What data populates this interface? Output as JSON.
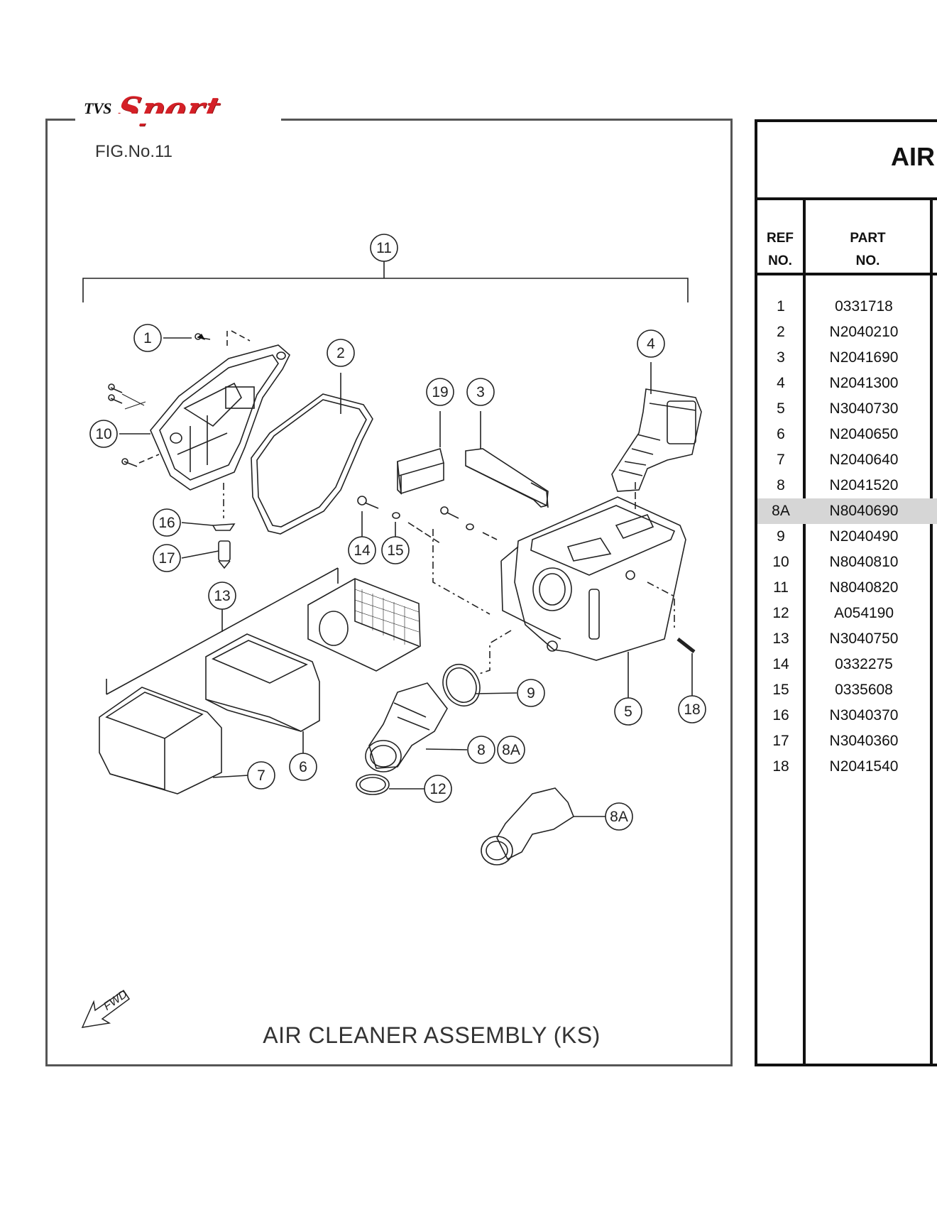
{
  "logo": {
    "brand_small": "TVS",
    "brand_large": "Sport"
  },
  "figure": {
    "number": "FIG.No.11",
    "title": "AIR CLEANER ASSEMBLY (KS)",
    "fwd_label": "FWD"
  },
  "table": {
    "title": "AIR",
    "headers": {
      "ref": [
        "REF",
        "NO."
      ],
      "part": [
        "PART",
        "NO."
      ]
    },
    "rows": [
      {
        "ref": "1",
        "part": "0331718"
      },
      {
        "ref": "2",
        "part": "N2040210"
      },
      {
        "ref": "3",
        "part": "N2041690"
      },
      {
        "ref": "4",
        "part": "N2041300"
      },
      {
        "ref": "5",
        "part": "N3040730"
      },
      {
        "ref": "6",
        "part": "N2040650"
      },
      {
        "ref": "7",
        "part": "N2040640"
      },
      {
        "ref": "8",
        "part": "N2041520"
      },
      {
        "ref": "8A",
        "part": "N8040690",
        "highlight": true
      },
      {
        "ref": "9",
        "part": "N2040490"
      },
      {
        "ref": "10",
        "part": "N8040810"
      },
      {
        "ref": "11",
        "part": "N8040820"
      },
      {
        "ref": "12",
        "part": "A054190"
      },
      {
        "ref": "13",
        "part": "N3040750"
      },
      {
        "ref": "14",
        "part": "0332275"
      },
      {
        "ref": "15",
        "part": "0335608"
      },
      {
        "ref": "16",
        "part": "N3040370"
      },
      {
        "ref": "17",
        "part": "N3040360"
      },
      {
        "ref": "18",
        "part": "N2041540"
      }
    ]
  },
  "callouts": [
    "11",
    "1",
    "2",
    "19",
    "3",
    "4",
    "10",
    "16",
    "17",
    "14",
    "15",
    "13",
    "9",
    "5",
    "18",
    "8",
    "8A",
    "7",
    "6",
    "12",
    "8A"
  ]
}
